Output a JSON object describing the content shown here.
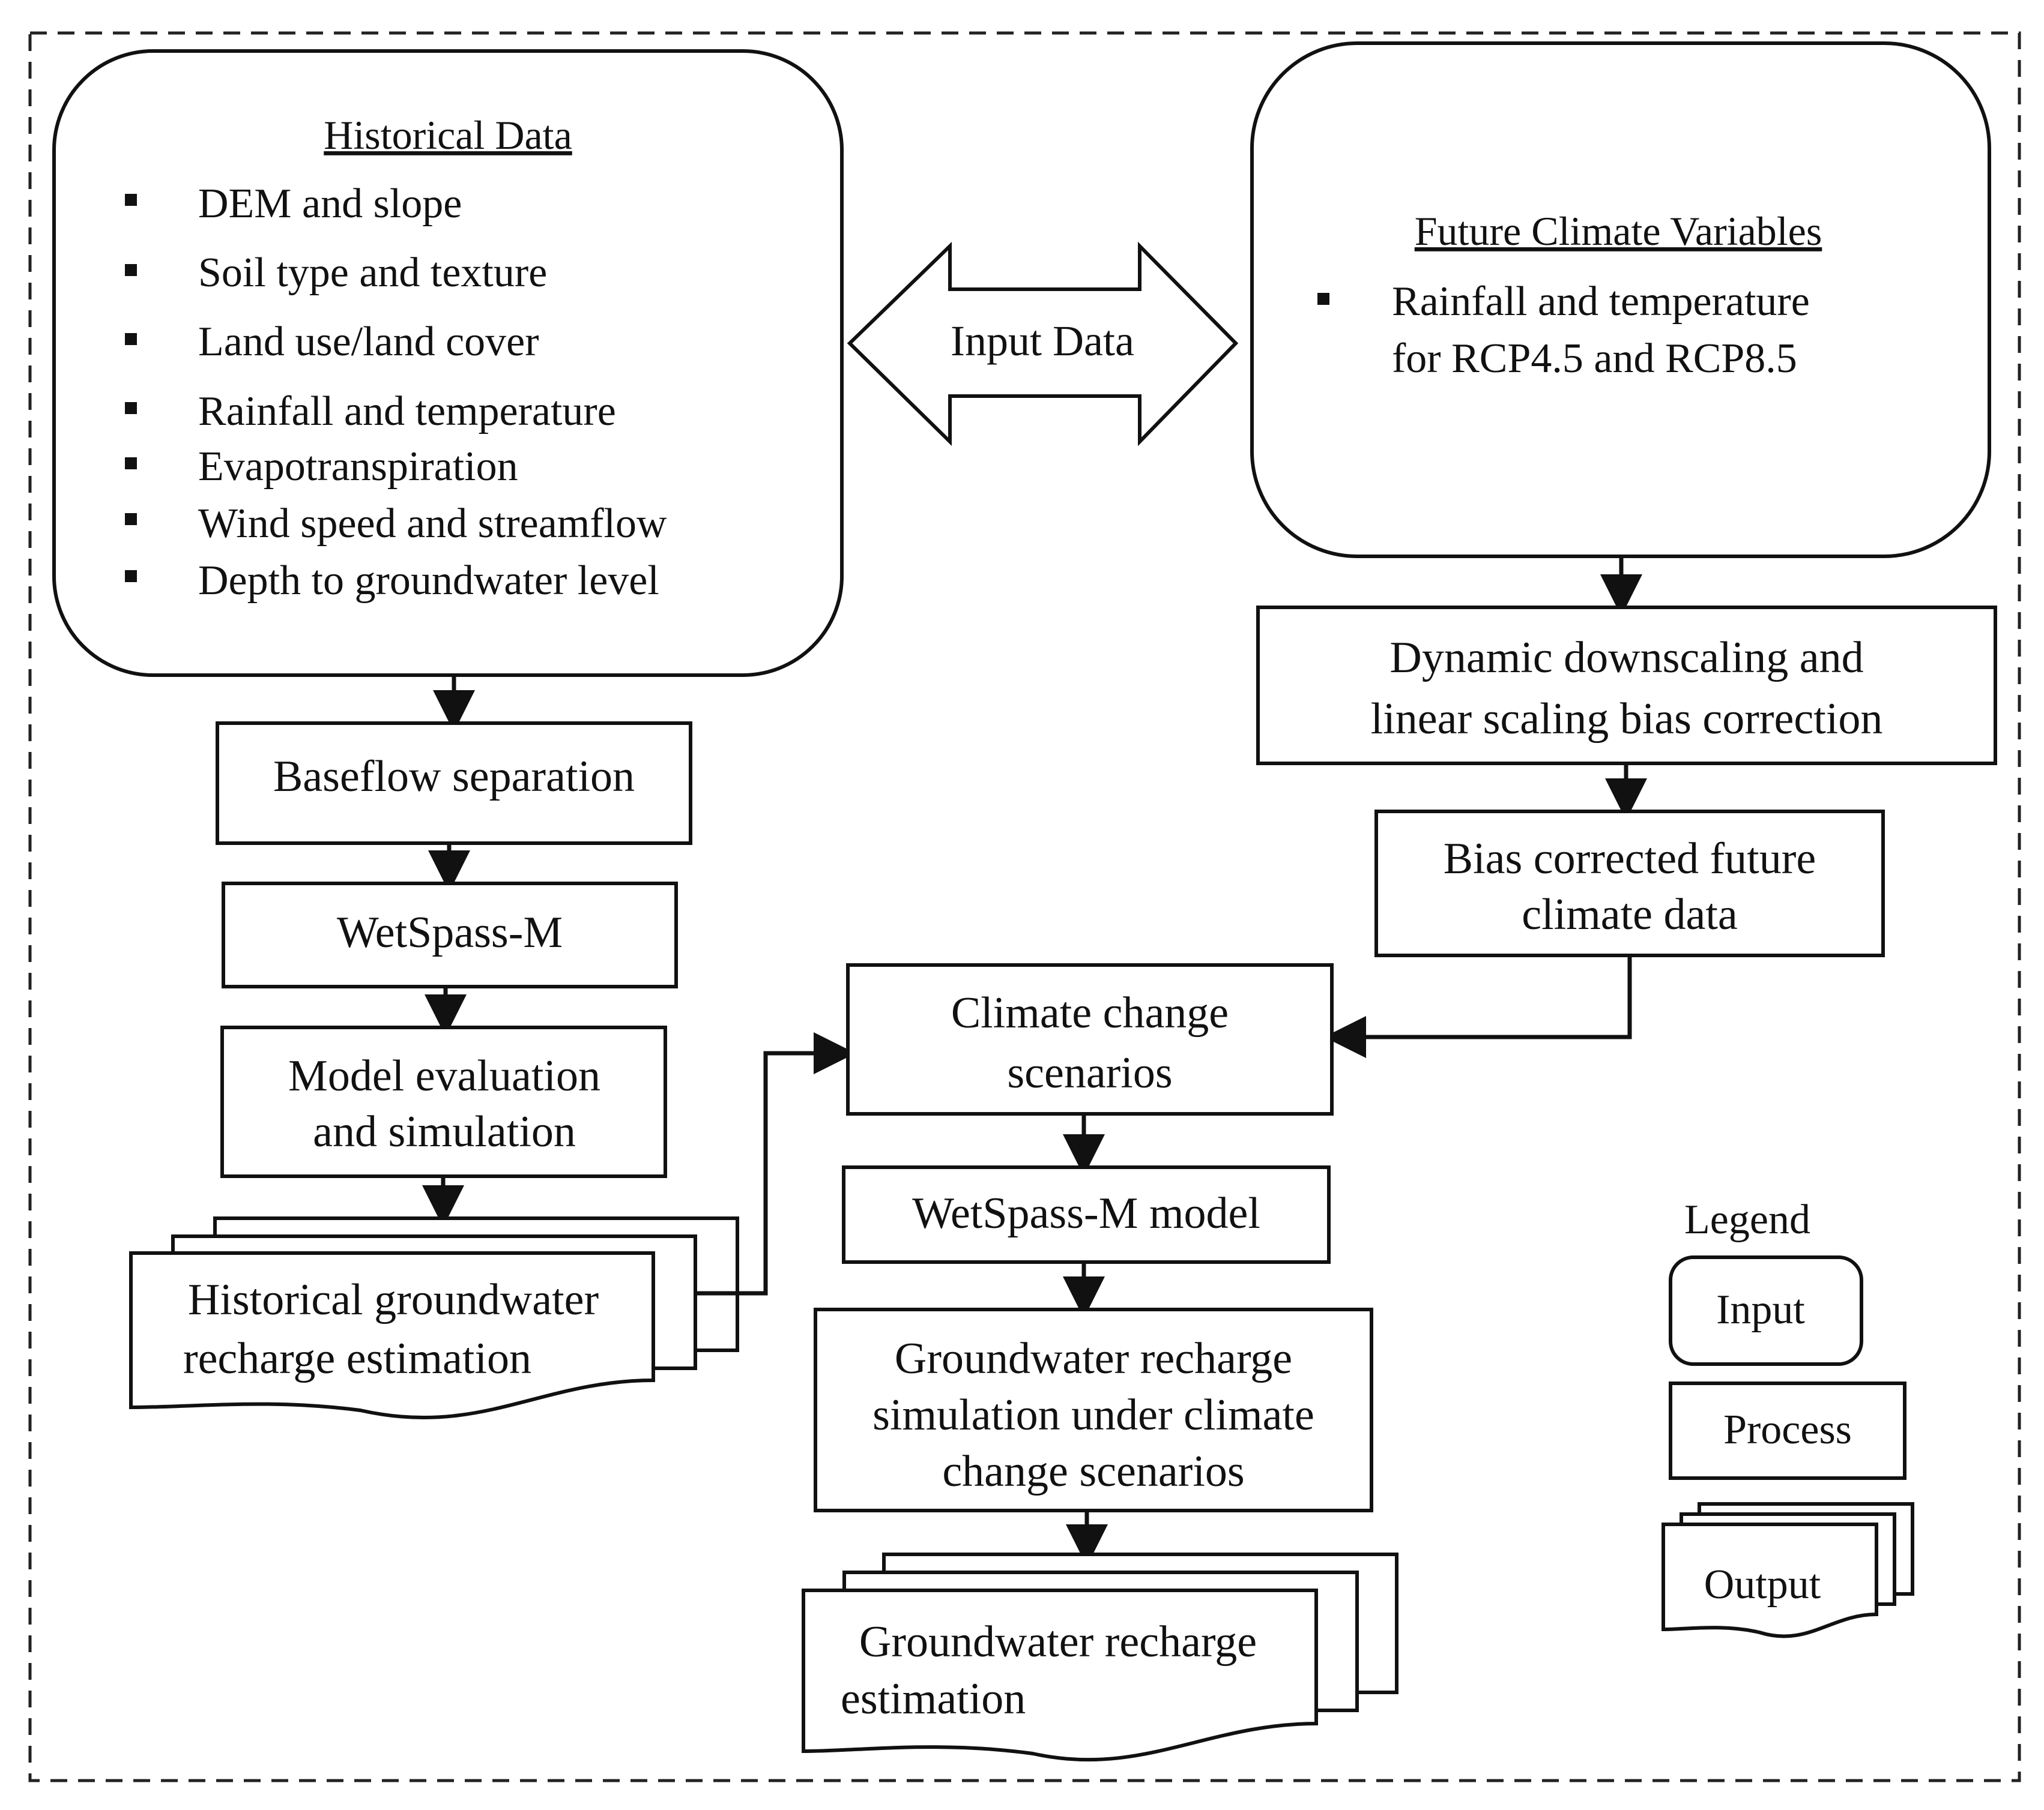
{
  "historical": {
    "title": "Historical Data",
    "items": [
      "DEM and slope",
      "Soil type and texture",
      "Land use/land cover",
      "Rainfall and temperature",
      "Evapotranspiration",
      "Wind speed and streamflow",
      "Depth to groundwater level"
    ]
  },
  "input_arrow": {
    "label": "Input Data"
  },
  "future": {
    "title": "Future Climate Variables",
    "items": [
      {
        "line1": "Rainfall and temperature",
        "line2": "for RCP4.5 and RCP8.5"
      }
    ]
  },
  "left_chain": {
    "baseflow": "Baseflow separation",
    "wetspass": "WetSpass-M",
    "model_eval": {
      "line1": "Model evaluation",
      "line2": "and simulation"
    },
    "historical_output": {
      "line1": "Historical groundwater",
      "line2": "recharge estimation"
    }
  },
  "right_chain": {
    "downscaling": {
      "line1": "Dynamic downscaling and",
      "line2": "linear scaling bias correction"
    },
    "bias_corrected": {
      "line1": "Bias corrected future",
      "line2": "climate data"
    }
  },
  "center_chain": {
    "scenarios": {
      "line1": "Climate change",
      "line2": "scenarios"
    },
    "wetspass_model": "WetSpass-M model",
    "gw_simulation": {
      "line1": "Groundwater recharge",
      "line2": "simulation under climate",
      "line3": "change scenarios"
    },
    "gw_output": {
      "line1": "Groundwater recharge",
      "line2": "estimation"
    }
  },
  "legend": {
    "title": "Legend",
    "input": "Input",
    "process": "Process",
    "output": "Output"
  }
}
